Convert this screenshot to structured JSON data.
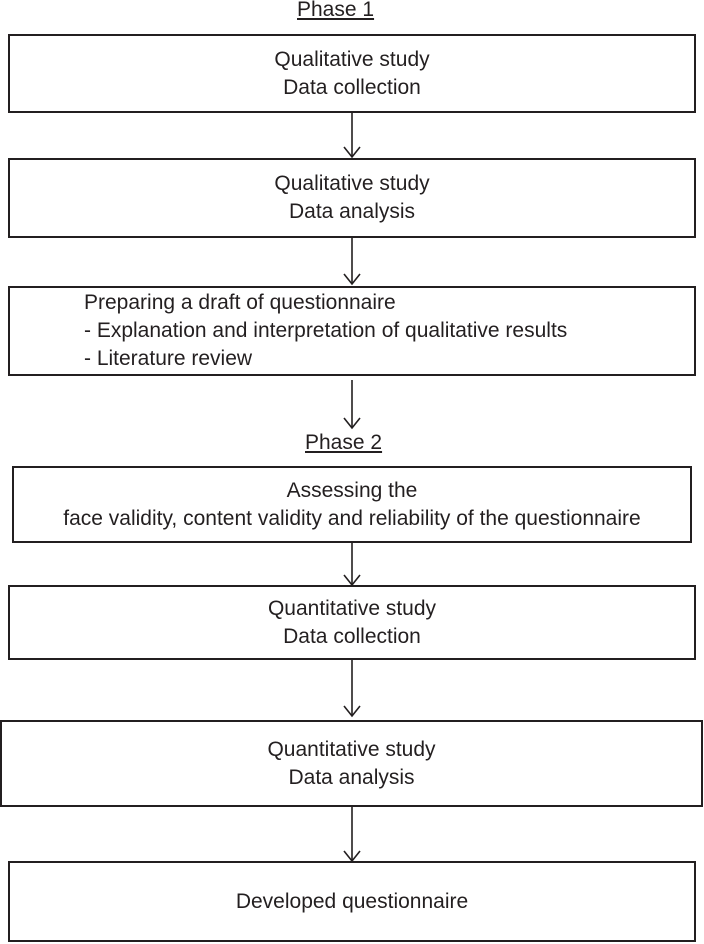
{
  "phases": {
    "phase1": "Phase 1",
    "phase2": "Phase 2"
  },
  "steps": [
    {
      "lines": [
        "Qualitative study",
        " Data collection"
      ]
    },
    {
      "lines": [
        "Qualitative study",
        " Data analysis"
      ]
    },
    {
      "lines": [
        "Preparing a draft of questionnaire",
        "- Explanation and interpretation of qualitative results",
        "- Literature review"
      ]
    },
    {
      "lines": [
        "Assessing the",
        "face validity, content validity and reliability of the questionnaire"
      ]
    },
    {
      "lines": [
        "Quantitative study",
        "Data collection"
      ]
    },
    {
      "lines": [
        "Quantitative study",
        "Data analysis"
      ]
    },
    {
      "lines": [
        "Developed questionnaire"
      ]
    }
  ]
}
